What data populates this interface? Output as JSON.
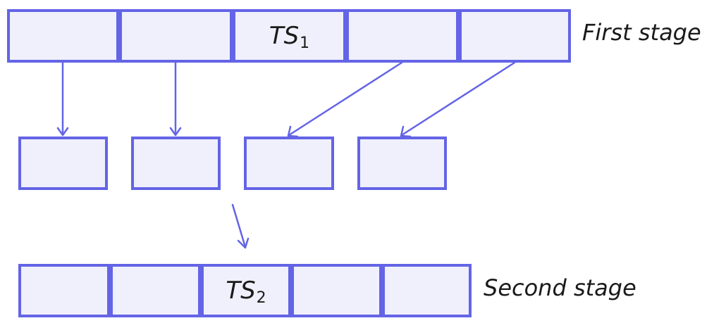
{
  "colors": {
    "stroke": "#6464e6",
    "cell_fill": "#f0f0fc",
    "text": "#1a1a1a"
  },
  "first_stage": {
    "label": "First stage",
    "cells": [
      {
        "text": "",
        "sub": ""
      },
      {
        "text": "",
        "sub": ""
      },
      {
        "text": "TS",
        "sub": "1"
      },
      {
        "text": "",
        "sub": ""
      },
      {
        "text": "",
        "sub": ""
      }
    ]
  },
  "middle_row": {
    "cells": [
      {
        "text": ""
      },
      {
        "text": ""
      },
      {
        "text": ""
      },
      {
        "text": ""
      }
    ]
  },
  "second_stage": {
    "label": "Second stage",
    "cells": [
      {
        "text": "",
        "sub": ""
      },
      {
        "text": "",
        "sub": ""
      },
      {
        "text": "TS",
        "sub": "2"
      },
      {
        "text": "",
        "sub": ""
      },
      {
        "text": "",
        "sub": ""
      }
    ]
  }
}
